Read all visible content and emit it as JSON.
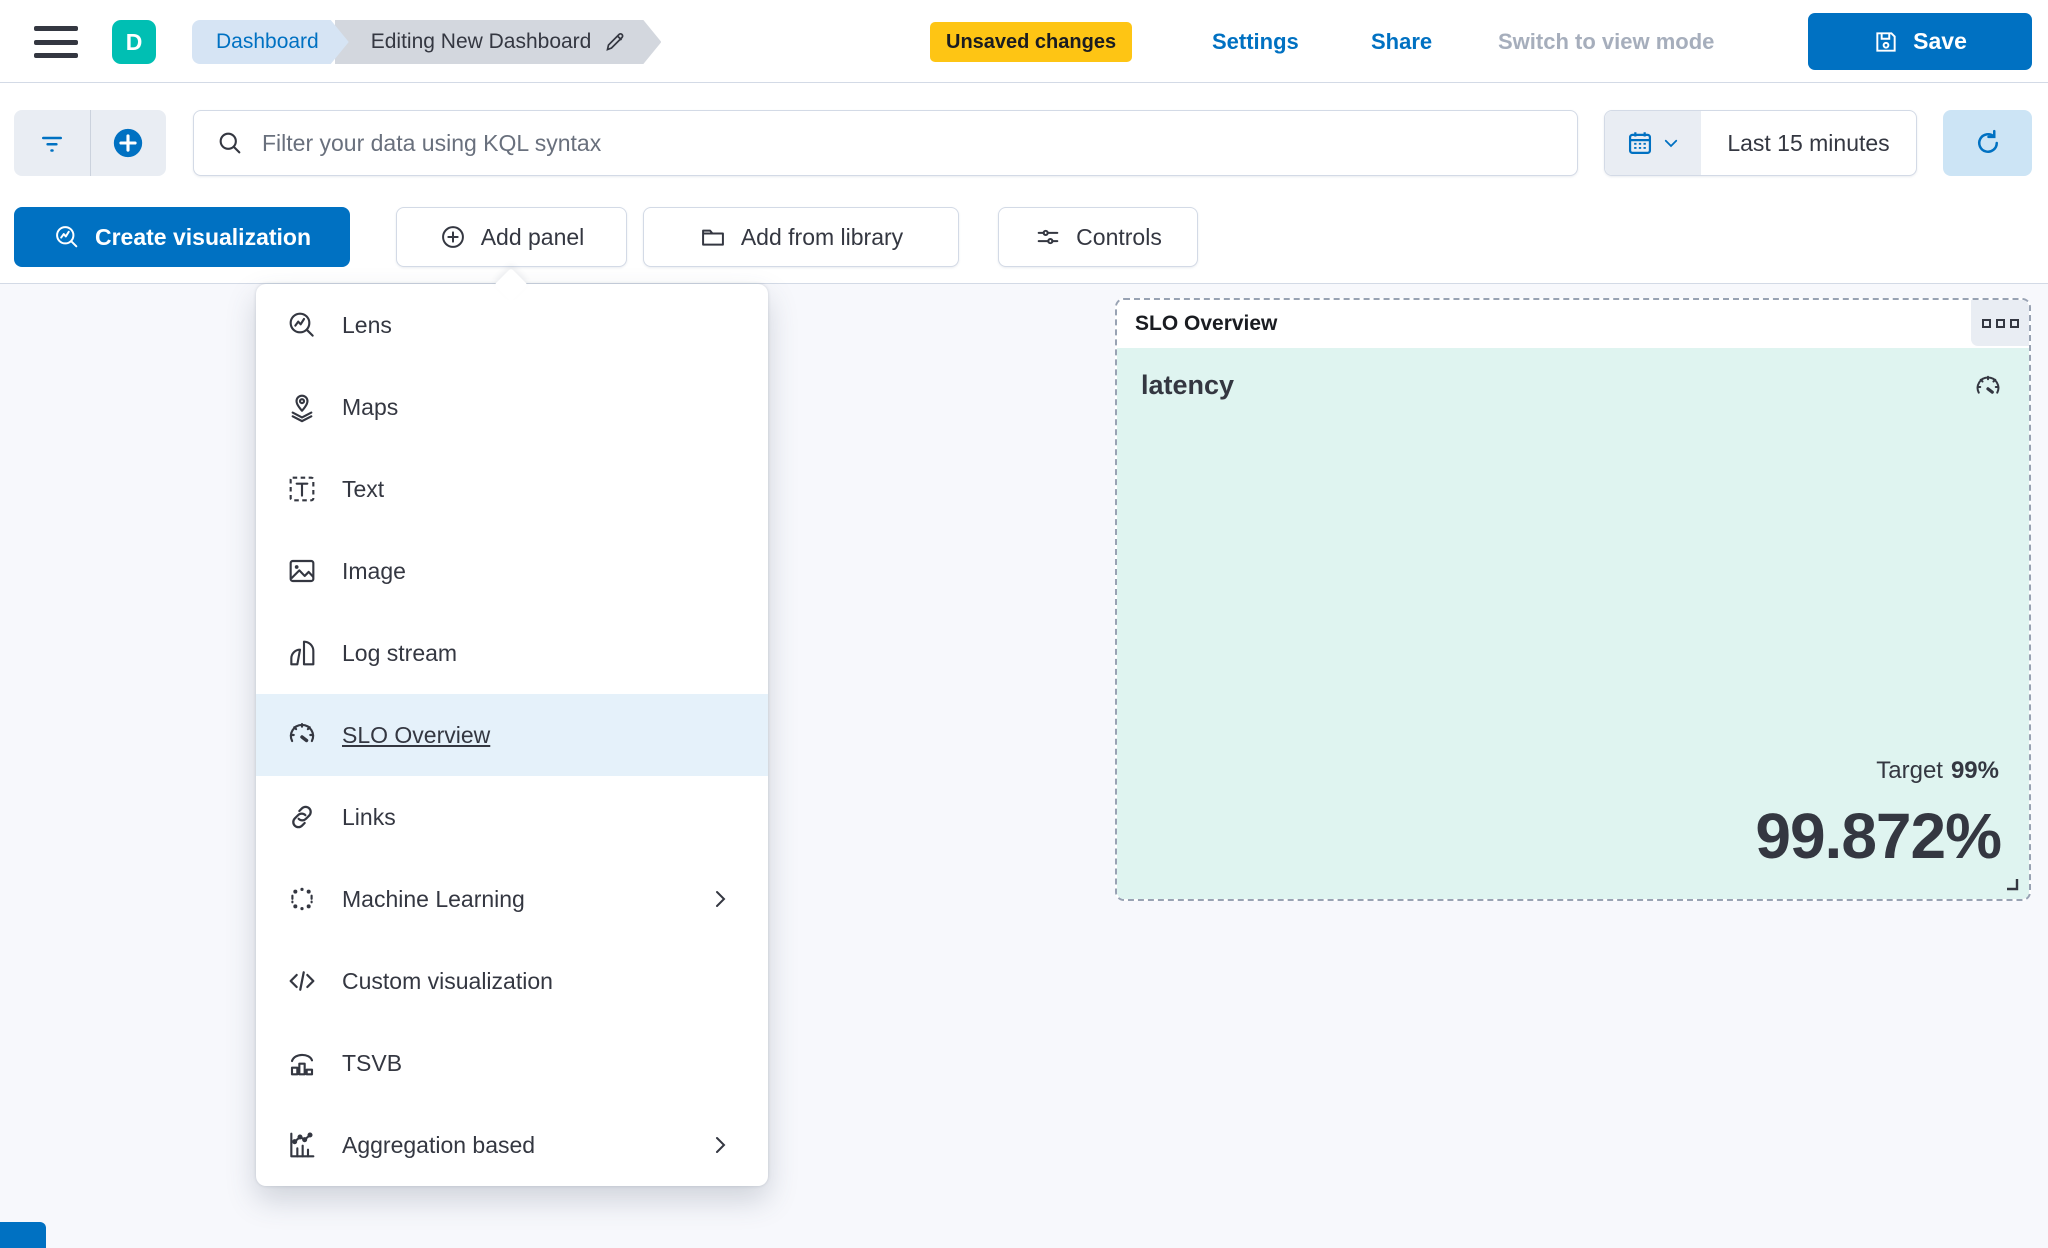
{
  "header": {
    "avatar_initial": "D",
    "breadcrumbs": {
      "root": "Dashboard",
      "current": "Editing New Dashboard"
    },
    "unsaved_badge": "Unsaved changes",
    "settings_label": "Settings",
    "share_label": "Share",
    "switch_view_label": "Switch to view mode",
    "save_label": "Save"
  },
  "filter_bar": {
    "search_placeholder": "Filter your data using KQL syntax",
    "time_range": "Last 15 minutes"
  },
  "toolbar": {
    "create_visualization_label": "Create visualization",
    "add_panel_label": "Add panel",
    "add_from_library_label": "Add from library",
    "controls_label": "Controls"
  },
  "add_panel_menu": {
    "items": [
      {
        "label": "Lens",
        "icon": "lens-icon",
        "selected": false,
        "has_submenu": false
      },
      {
        "label": "Maps",
        "icon": "maps-icon",
        "selected": false,
        "has_submenu": false
      },
      {
        "label": "Text",
        "icon": "text-icon",
        "selected": false,
        "has_submenu": false
      },
      {
        "label": "Image",
        "icon": "image-icon",
        "selected": false,
        "has_submenu": false
      },
      {
        "label": "Log stream",
        "icon": "log-stream-icon",
        "selected": false,
        "has_submenu": false
      },
      {
        "label": "SLO Overview",
        "icon": "slo-overview-icon",
        "selected": true,
        "has_submenu": false
      },
      {
        "label": "Links",
        "icon": "links-icon",
        "selected": false,
        "has_submenu": false
      },
      {
        "label": "Machine Learning",
        "icon": "machine-learning-icon",
        "selected": false,
        "has_submenu": true
      },
      {
        "label": "Custom visualization",
        "icon": "custom-visualization-icon",
        "selected": false,
        "has_submenu": false
      },
      {
        "label": "TSVB",
        "icon": "tsvb-icon",
        "selected": false,
        "has_submenu": false
      },
      {
        "label": "Aggregation based",
        "icon": "aggregation-based-icon",
        "selected": false,
        "has_submenu": true
      }
    ]
  },
  "slo_panel": {
    "title": "SLO Overview",
    "slo_name": "latency",
    "target_label": "Target",
    "target_value": "99%",
    "observed_value": "99.872%"
  },
  "colors": {
    "primary_blue": "#0071C2",
    "avatar_teal": "#00BFB3",
    "warning_yellow": "#FEC514",
    "panel_mint": "#DFF4F0",
    "selected_row_blue": "#E5F1FA",
    "page_background": "#F7F8FC",
    "border_gray": "#D3DAE6",
    "text_dark": "#343741"
  }
}
